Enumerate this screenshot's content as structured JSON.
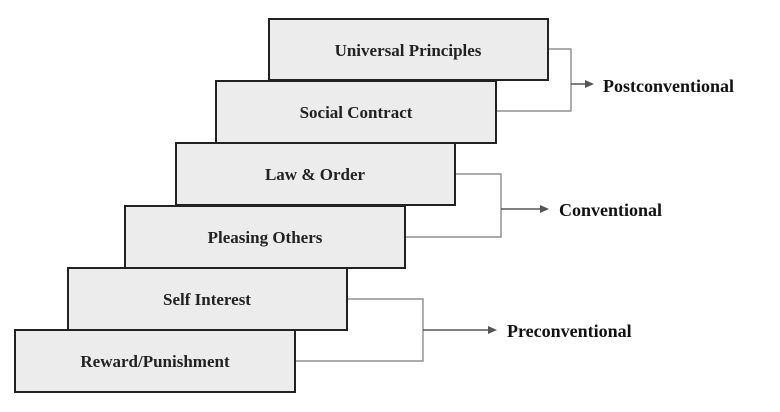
{
  "stages": [
    {
      "label": "Universal Principles"
    },
    {
      "label": "Social Contract"
    },
    {
      "label": "Law & Order"
    },
    {
      "label": "Pleasing Others"
    },
    {
      "label": "Self Interest"
    },
    {
      "label": "Reward/Punishment"
    }
  ],
  "levels": [
    {
      "label": "Postconventional"
    },
    {
      "label": "Conventional"
    },
    {
      "label": "Preconventional"
    }
  ]
}
